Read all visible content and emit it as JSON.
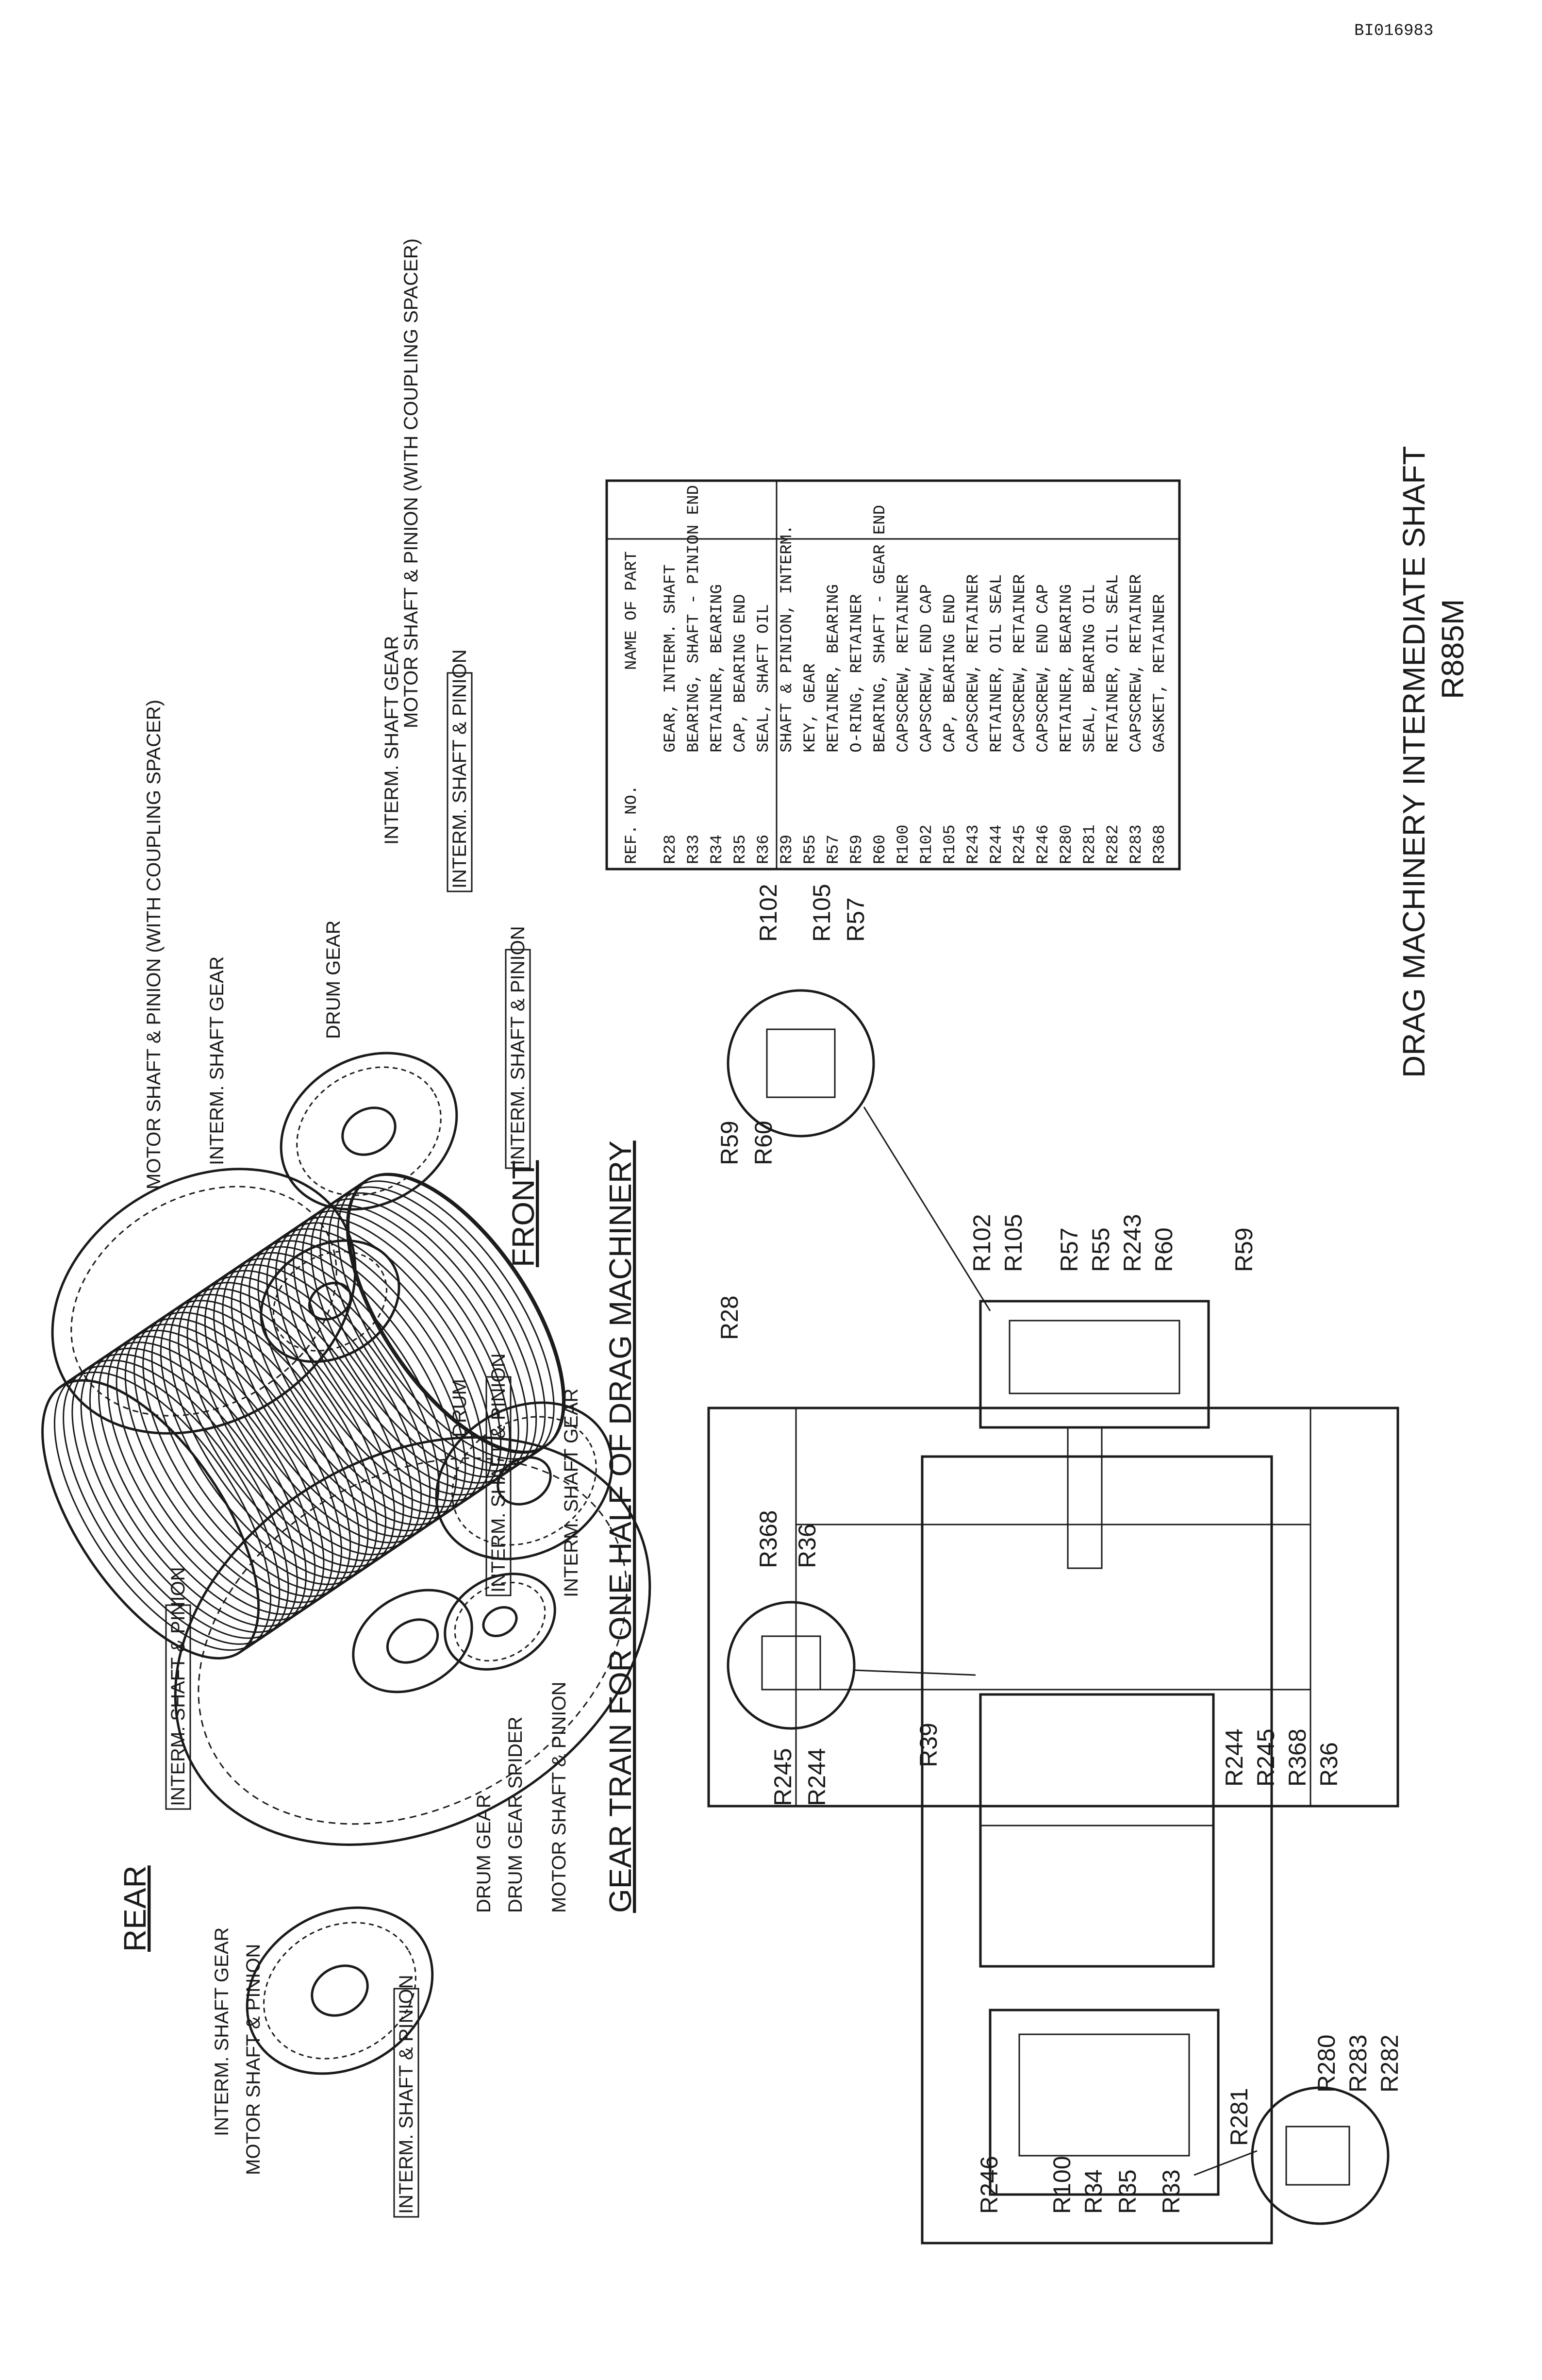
{
  "doc_code": "BI016983",
  "title": "DRAG MACHINERY INTERMEDIATE SHAFT",
  "drawing_no": "R885M",
  "parts_table": {
    "ref_header": "REF. NO.",
    "name_header": "NAME OF PART",
    "rows": [
      {
        "ref": "R28",
        "name": "GEAR, INTERM. SHAFT"
      },
      {
        "ref": "R33",
        "name": "BEARING, SHAFT - PINION END"
      },
      {
        "ref": "R34",
        "name": "RETAINER, BEARING"
      },
      {
        "ref": "R35",
        "name": "CAP, BEARING END"
      },
      {
        "ref": "R36",
        "name": "SEAL, SHAFT OIL"
      },
      {
        "ref": "R39",
        "name": "SHAFT & PINION, INTERM."
      },
      {
        "ref": "R55",
        "name": "KEY, GEAR"
      },
      {
        "ref": "R57",
        "name": "RETAINER, BEARING"
      },
      {
        "ref": "R59",
        "name": "O-RING, RETAINER"
      },
      {
        "ref": "R60",
        "name": "BEARING, SHAFT - GEAR END"
      },
      {
        "ref": "R100",
        "name": "CAPSCREW, RETAINER"
      },
      {
        "ref": "R102",
        "name": "CAPSCREW, END CAP"
      },
      {
        "ref": "R105",
        "name": "CAP, BEARING END"
      },
      {
        "ref": "R243",
        "name": "CAPSCREW, RETAINER"
      },
      {
        "ref": "R244",
        "name": "RETAINER, OIL SEAL"
      },
      {
        "ref": "R245",
        "name": "CAPSCREW, RETAINER"
      },
      {
        "ref": "R246",
        "name": "CAPSCREW, END CAP"
      },
      {
        "ref": "R280",
        "name": "RETAINER, BEARING"
      },
      {
        "ref": "R281",
        "name": "SEAL, BEARING OIL"
      },
      {
        "ref": "R282",
        "name": "RETAINER, OIL SEAL"
      },
      {
        "ref": "R283",
        "name": "CAPSCREW, RETAINER"
      },
      {
        "ref": "R368",
        "name": "GASKET, RETAINER"
      }
    ]
  },
  "gear_train": {
    "caption": "GEAR TRAIN FOR ONE HALF OF DRAG MACHINERY",
    "rear": "REAR",
    "front": "FRONT",
    "labels": {
      "motor_spacer_top": "MOTOR SHAFT & PINION (WITH COUPLING SPACER)",
      "interm_gear_top": "INTERM. SHAFT GEAR",
      "drum_gear_top": "DRUM GEAR",
      "interm_gear_right": "INTERM. SHAFT GEAR",
      "motor_spacer_right": "MOTOR SHAFT & PINION (WITH COUPLING SPACER)",
      "box_interm_right": "INTERM. SHAFT & PINION",
      "box_interm_front": "INTERM. SHAFT & PINION",
      "drum": "DRUM",
      "box_interm_drum": "INTERM. SHAFT & PINION",
      "interm_gear_front": "INTERM. SHAFT GEAR",
      "box_interm_rear": "INTERM. SHAFT & PINION",
      "interm_gear_rear": "INTERM. SHAFT GEAR",
      "motor_rear": "MOTOR SHAFT & PINION",
      "box_interm_bottom": "INTERM. SHAFT & PINION",
      "drum_gear_bottom": "DRUM GEAR",
      "drum_gear_spider": "DRUM GEAR SPIDER",
      "motor_bottom": "MOTOR SHAFT & PINION"
    }
  },
  "section_refs": {
    "r28": "R28",
    "r102a": "R102",
    "r105a": "R105",
    "r57a": "R57",
    "r55": "R55",
    "r243": "R243",
    "r60a": "R60",
    "r59a": "R59",
    "r102b": "R102",
    "r105b": "R105",
    "r57b": "R57",
    "r59b": "R59",
    "r60b": "R60",
    "r368a": "R368",
    "r36a": "R36",
    "r39": "R39",
    "r245a": "R245",
    "r244a": "R244",
    "r244b": "R244",
    "r245b": "R245",
    "r368b": "R368",
    "r36b": "R36",
    "r246": "R246",
    "r100": "R100",
    "r34": "R34",
    "r35": "R35",
    "r33": "R33",
    "r281": "R281",
    "r280": "R280",
    "r283": "R283",
    "r282": "R282"
  }
}
